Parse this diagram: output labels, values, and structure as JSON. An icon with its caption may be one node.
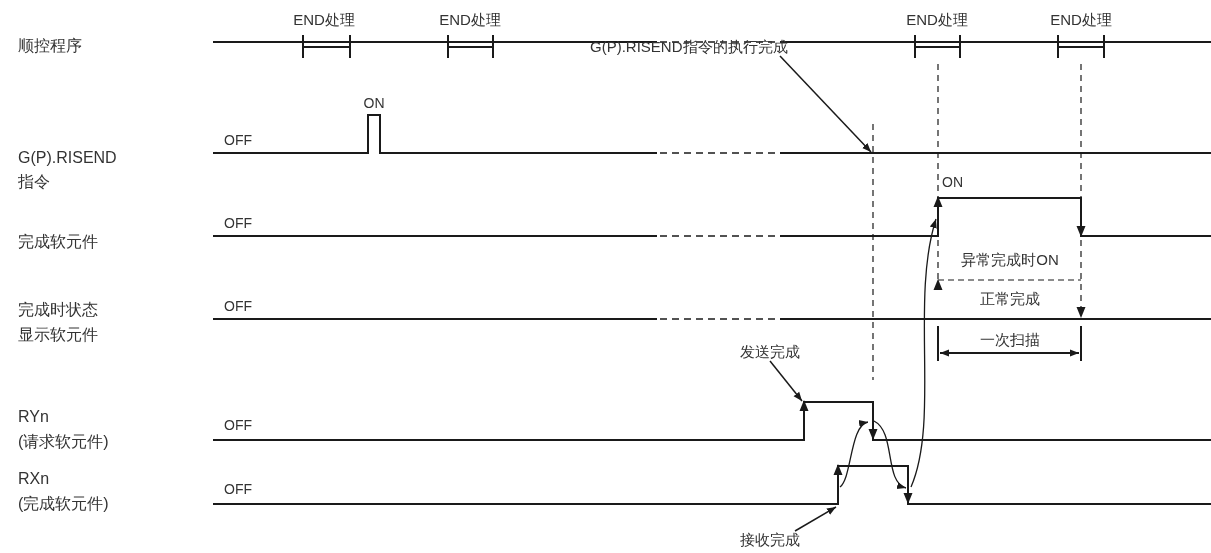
{
  "diagram": {
    "nodes": [
      {
        "text": [
          "G(P).RISEND指令的执行完成"
        ]
      },
      {
        "text": [
          "发送完成"
        ]
      },
      {
        "text": [
          "接收完成"
        ]
      }
    ],
    "edges": [
      {
        "from": 0,
        "to": null,
        "arrow": "to"
      },
      {
        "from": 1,
        "to": null,
        "arrow": "to"
      },
      {
        "from": 2,
        "to": null,
        "arrow": "to"
      }
    ],
    "labels": [
      "END处理",
      "END处理",
      "END处理",
      "END处理",
      "顺控程序",
      "ON",
      "OFF",
      "G(P).RISEND指令",
      "ON",
      "OFF",
      "完成软元件",
      "异常完成时ON",
      "正常完成",
      "OFF",
      "完成时状态显示软元件",
      "一次扫描",
      "RYn (请求软元件)",
      "OFF",
      "RXn (完成软元件)",
      "OFF"
    ]
  }
}
